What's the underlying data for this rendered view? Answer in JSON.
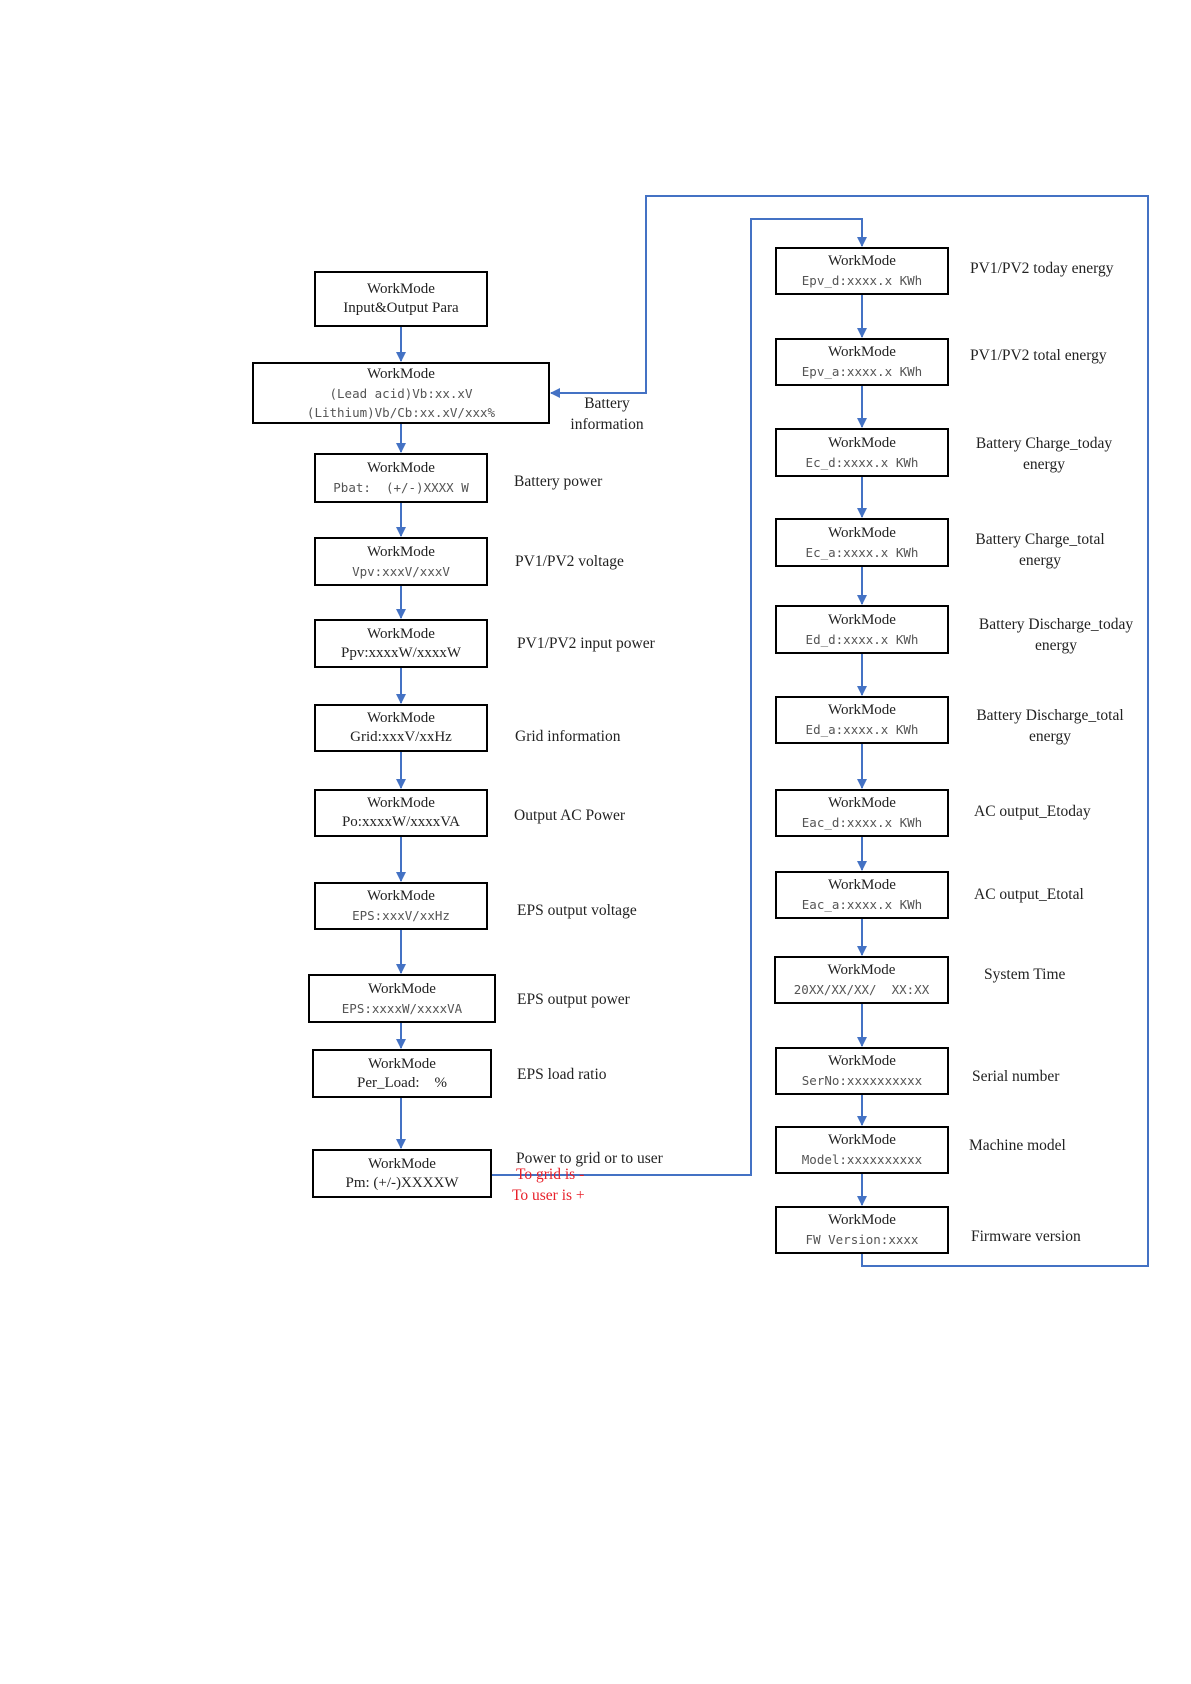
{
  "colors": {
    "connector": "#4472c4",
    "box_border": "#000000",
    "note": "#e8202a"
  },
  "left_column": [
    {
      "title": "WorkMode",
      "lines": [
        "Input&Output Para"
      ]
    },
    {
      "title": "WorkMode",
      "lines": [
        "(Lead acid)Vb:xx.xV",
        "(Lithium)Vb/Cb:xx.xV/xxx%"
      ]
    },
    {
      "title": "WorkMode",
      "lines": [
        "Pbat:  (+/-)XXXX W"
      ]
    },
    {
      "title": "WorkMode",
      "lines": [
        "Vpv:xxxV/xxxV"
      ]
    },
    {
      "title": "WorkMode",
      "lines": [
        "Ppv:xxxxW/xxxxW"
      ]
    },
    {
      "title": "WorkMode",
      "lines": [
        "Grid:xxxV/xxHz"
      ]
    },
    {
      "title": "WorkMode",
      "lines": [
        "Po:xxxxW/xxxxVA"
      ]
    },
    {
      "title": "WorkMode",
      "lines": [
        "EPS:xxxV/xxHz"
      ]
    },
    {
      "title": "WorkMode",
      "lines": [
        "EPS:xxxxW/xxxxVA"
      ]
    },
    {
      "title": "WorkMode",
      "lines": [
        "Per_Load:    %"
      ]
    },
    {
      "title": "WorkMode",
      "lines": [
        "Pm: (+/-)XXXXW"
      ]
    }
  ],
  "left_labels": [
    "",
    "Battery\ninformation",
    "Battery power",
    "PV1/PV2 voltage",
    "PV1/PV2 input power",
    "Grid information",
    "Output AC Power",
    "EPS output voltage",
    "EPS output power",
    "EPS load ratio",
    "Power to grid or to user"
  ],
  "power_note": [
    "To grid is -",
    "To user is +"
  ],
  "right_column": [
    {
      "title": "WorkMode",
      "lines": [
        "Epv_d:xxxx.x KWh"
      ]
    },
    {
      "title": "WorkMode",
      "lines": [
        "Epv_a:xxxx.x KWh"
      ]
    },
    {
      "title": "WorkMode",
      "lines": [
        "Ec_d:xxxx.x KWh"
      ]
    },
    {
      "title": "WorkMode",
      "lines": [
        "Ec_a:xxxx.x KWh"
      ]
    },
    {
      "title": "WorkMode",
      "lines": [
        "Ed_d:xxxx.x KWh"
      ]
    },
    {
      "title": "WorkMode",
      "lines": [
        "Ed_a:xxxx.x KWh"
      ]
    },
    {
      "title": "WorkMode",
      "lines": [
        "Eac_d:xxxx.x KWh"
      ]
    },
    {
      "title": "WorkMode",
      "lines": [
        "Eac_a:xxxx.x KWh"
      ]
    },
    {
      "title": "WorkMode",
      "lines": [
        "20XX/XX/XX/  XX:XX"
      ]
    },
    {
      "title": "WorkMode",
      "lines": [
        "SerNo:xxxxxxxxxx"
      ]
    },
    {
      "title": "WorkMode",
      "lines": [
        "Model:xxxxxxxxxx"
      ]
    },
    {
      "title": "WorkMode",
      "lines": [
        "FW Version:xxxx"
      ]
    }
  ],
  "right_labels": [
    "PV1/PV2 today energy",
    "PV1/PV2 total  energy",
    "Battery Charge_today\nenergy",
    "Battery Charge_total\nenergy",
    "Battery Discharge_today\nenergy",
    "Battery Discharge_total\nenergy",
    "AC output_Etoday",
    "AC output_Etotal",
    "System Time",
    "Serial number",
    "Machine model",
    "Firmware version"
  ]
}
